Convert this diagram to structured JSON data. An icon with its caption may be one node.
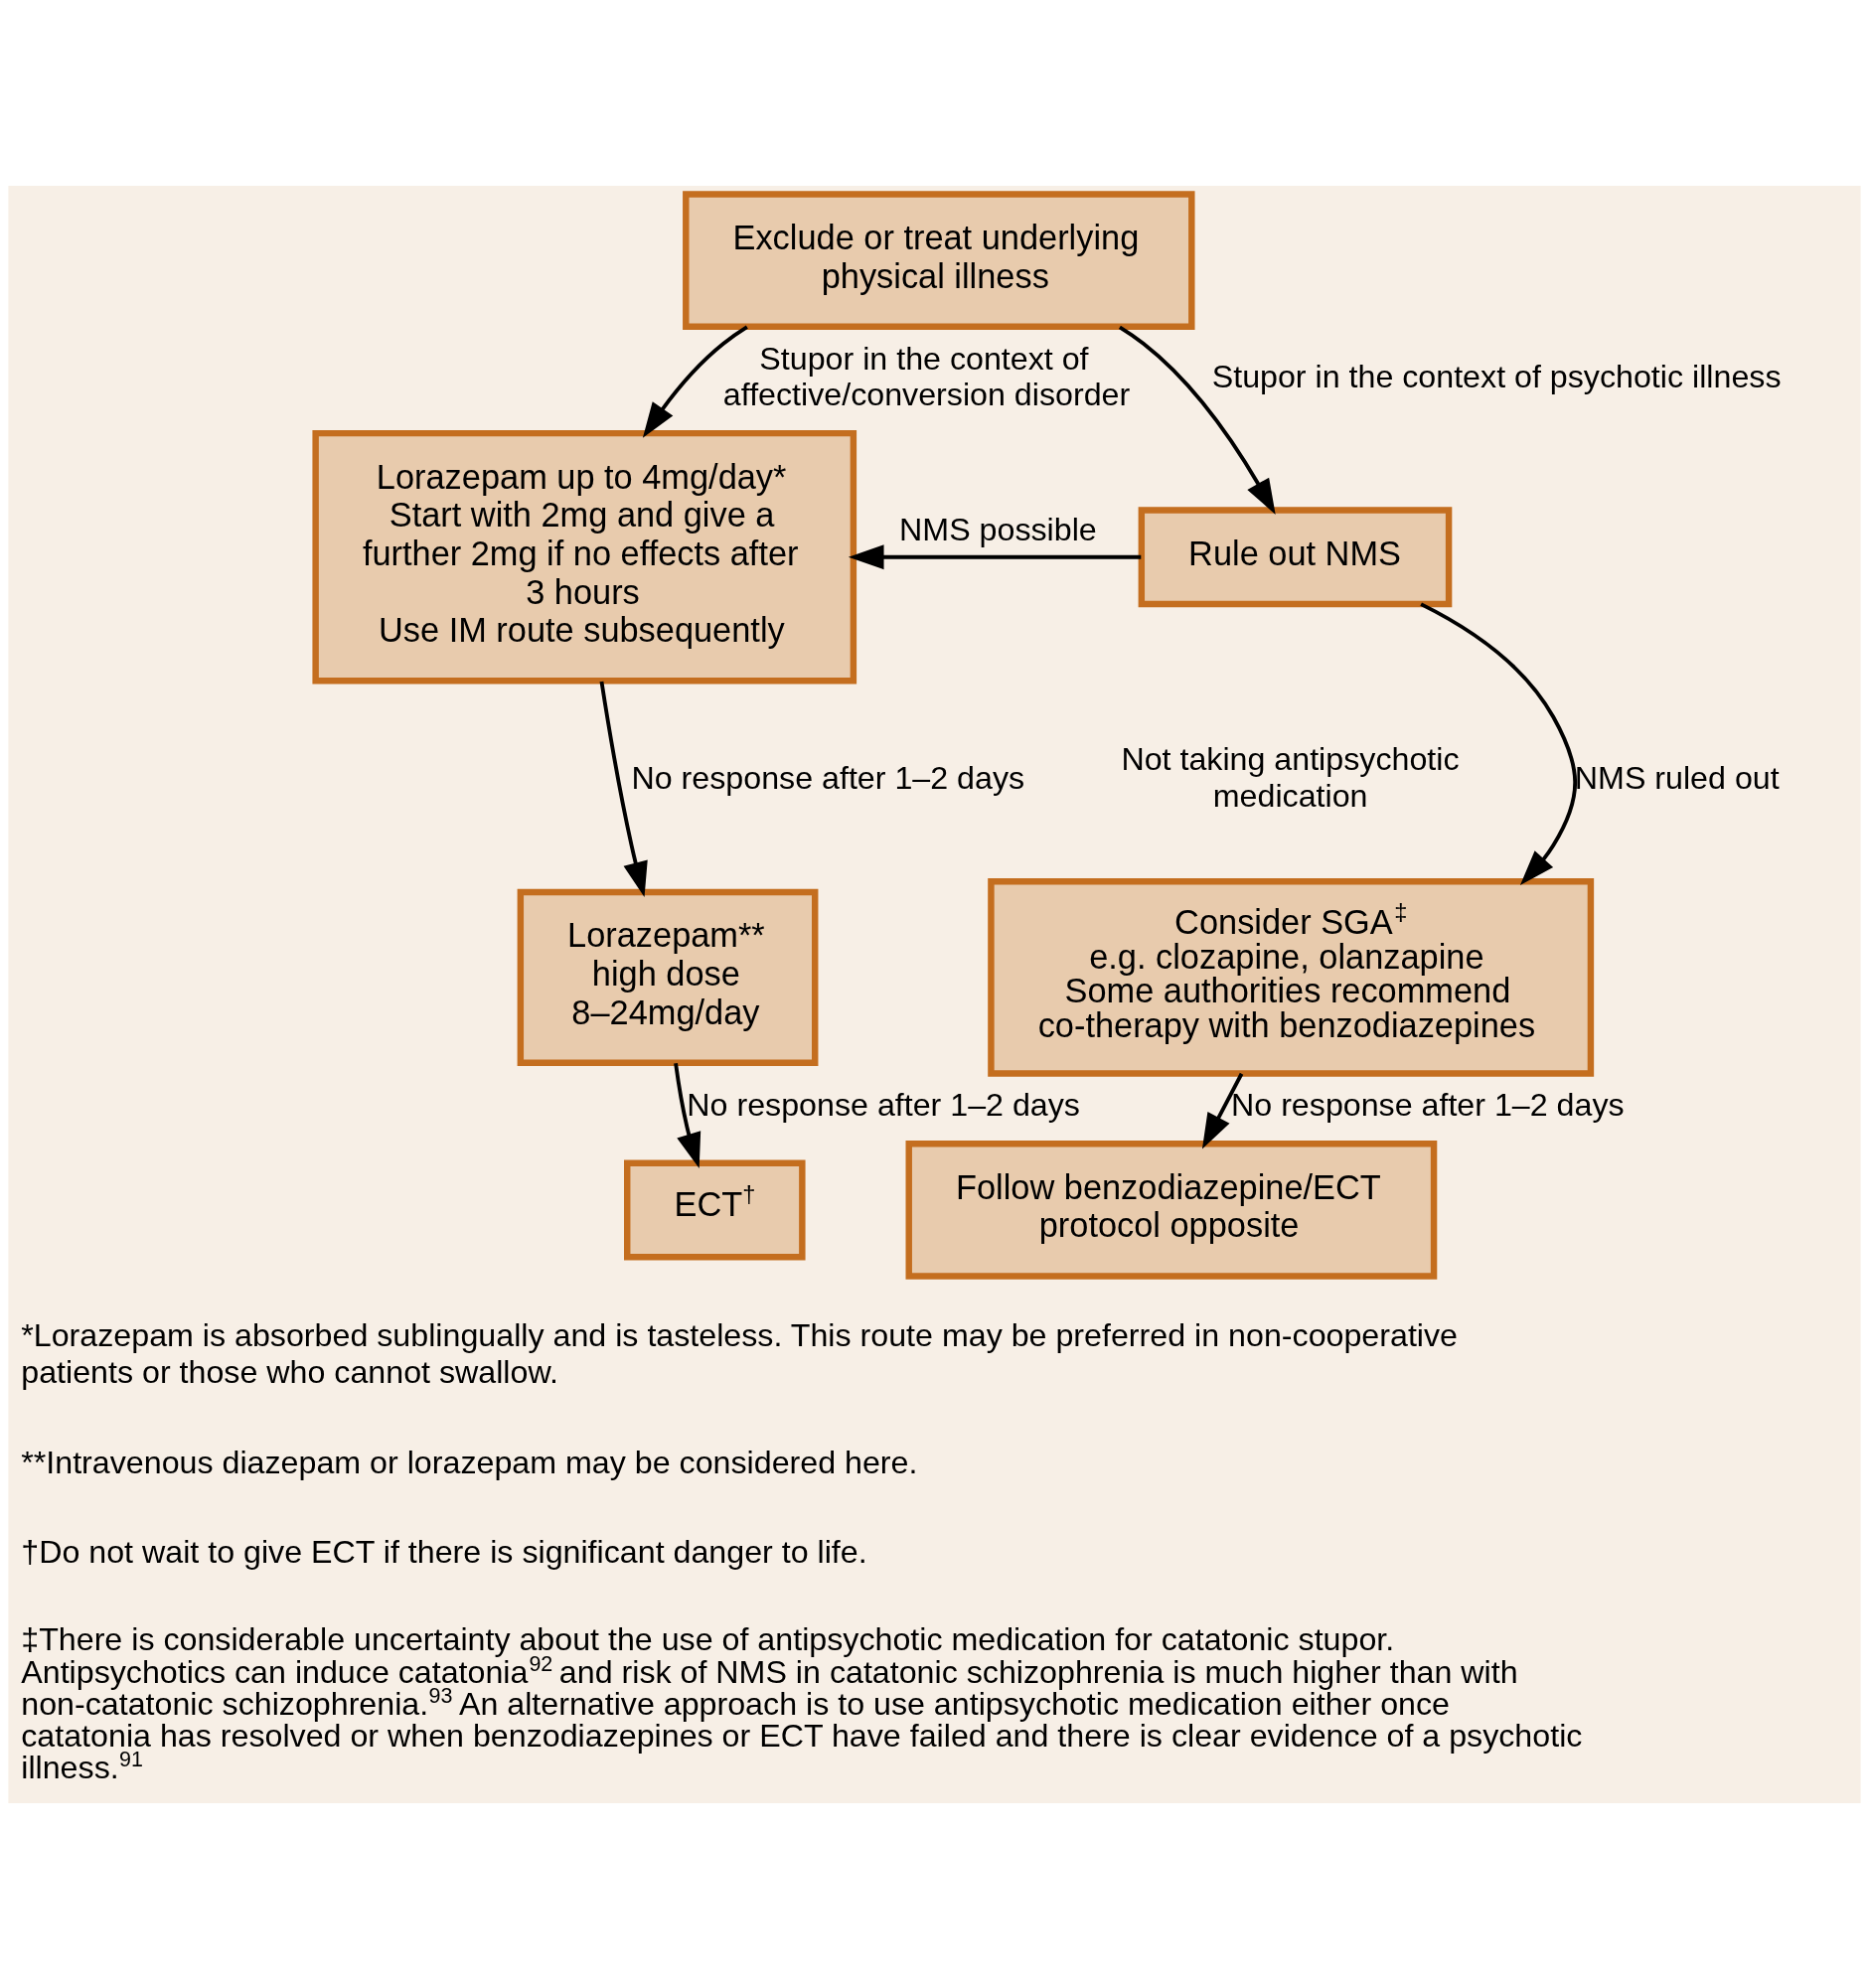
{
  "diagram": {
    "nodes": [
      {
        "text": [
          "Exclude or treat underlying physical illness"
        ]
      },
      {
        "text": [
          "Lorazepam up to 4mg/day*",
          "Start with 2mg and give a further 2mg if no effects after 3 hours",
          "Use IM route subsequently"
        ]
      },
      {
        "text": [
          "Rule out NMS"
        ]
      },
      {
        "text": [
          "Lorazepam**",
          "high dose",
          "8–24mg/day"
        ]
      },
      {
        "text": [
          "Consider SGA$^{‡}$",
          "e.g. clozapine, olanzapine",
          "Some authorities recommend co-therapy with benzodiazepines"
        ]
      },
      {
        "text": [
          "ECT$^{†}$"
        ]
      },
      {
        "text": [
          "Follow benzodiazepine/ECT protocol opposite"
        ]
      }
    ],
    "edges": [
      {
        "from": 0,
        "to": 1,
        "arrow": "to",
        "label": "Stupor in the context of affective/conversion disorder"
      },
      {
        "from": 0,
        "to": 2,
        "arrow": "to",
        "label": "Stupor in the context of psychotic illness"
      },
      {
        "from": 2,
        "to": 1,
        "arrow": "to",
        "label": "NMS possible"
      },
      {
        "from": 1,
        "to": 3,
        "arrow": "to",
        "label": "No response after 1–2 days"
      },
      {
        "from": 2,
        "to": 4,
        "arrow": "to",
        "label": "NMS ruled out"
      },
      {
        "from": 3,
        "to": 5,
        "arrow": "to",
        "label": "No response after 1–2 days"
      },
      {
        "from": 4,
        "to": 6,
        "arrow": "to",
        "label": "No response after 1–2 days"
      }
    ],
    "labels": [
      "Not taking antipsychotic medication",
      "*Lorazepam is absorbed sublingually and is tasteless. This route may be preferred in non-cooperative patients or those who cannot swallow.",
      "**Intravenous diazepam or lorazepam may be considered here.",
      "†Do not wait to give ECT if there is significant danger to life.",
      "‡There is considerable uncertainty about the use of antipsychotic medication for catatonic stupor. Antipsychotics can induce catatonia$^{92}$ and risk of NMS in catatonic schizophrenia is much higher than with non-catatonic schizophrenia.$^{93}$ An alternative approach is to use antipsychotic medication either once catatonia has resolved or when benzodiazepines or ECT have failed and there is clear evidence of a psychotic illness.$^{91}$"
    ]
  }
}
